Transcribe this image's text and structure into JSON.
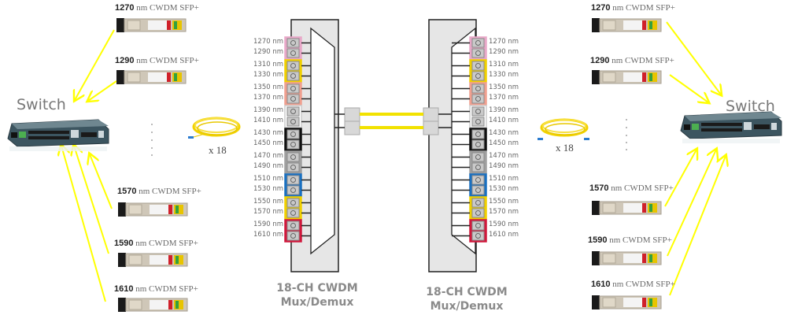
{
  "diagram": {
    "left_side": {
      "switch_label": "Switch",
      "transceivers": [
        {
          "wavelength": "1270",
          "suffix": "nm CWDM SFP+"
        },
        {
          "wavelength": "1290",
          "suffix": "nm CWDM SFP+"
        },
        {
          "wavelength": "1570",
          "suffix": "nm CWDM SFP+"
        },
        {
          "wavelength": "1590",
          "suffix": "nm CWDM SFP+"
        },
        {
          "wavelength": "1610",
          "suffix": "nm CWDM SFP+"
        }
      ],
      "patch_cable_count": "x 18"
    },
    "right_side": {
      "switch_label": "Switch",
      "transceivers": [
        {
          "wavelength": "1270",
          "suffix": "nm CWDM SFP+"
        },
        {
          "wavelength": "1290",
          "suffix": "nm CWDM SFP+"
        },
        {
          "wavelength": "1570",
          "suffix": "nm CWDM SFP+"
        },
        {
          "wavelength": "1590",
          "suffix": "nm CWDM SFP+"
        },
        {
          "wavelength": "1610",
          "suffix": "nm CWDM SFP+"
        }
      ],
      "patch_cable_count": "x 18"
    },
    "mux_left": {
      "caption_line1": "18-CH CWDM",
      "caption_line2": "Mux/Demux"
    },
    "mux_right": {
      "caption_line1": "18-CH CWDM",
      "caption_line2": "Mux/Demux"
    },
    "channel_groups": [
      {
        "channels": [
          "1270 nm",
          "1290 nm"
        ],
        "color": "#e8a8c8"
      },
      {
        "channels": [
          "1310 nm",
          "1330 nm"
        ],
        "color": "#f0d000"
      },
      {
        "channels": [
          "1350 nm",
          "1370 nm"
        ],
        "color": "#f0a090"
      },
      {
        "channels": [
          "1390 nm",
          "1410 nm"
        ],
        "color": "#ffffff"
      },
      {
        "channels": [
          "1430 nm",
          "1450 nm"
        ],
        "color": "#111111"
      },
      {
        "channels": [
          "1470 nm",
          "1490 nm"
        ],
        "color": "#a0a0a0"
      },
      {
        "channels": [
          "1510 nm",
          "1530 nm"
        ],
        "color": "#1a70c0"
      },
      {
        "channels": [
          "1550 nm",
          "1570 nm"
        ],
        "color": "#f0d000"
      },
      {
        "channels": [
          "1590 nm",
          "1610 nm"
        ],
        "color": "#d0183c"
      }
    ],
    "colors": {
      "arrow": "#ffff00",
      "fiber": "#f2e200",
      "mux_fill": "#e6e6e6",
      "mux_stroke": "#222222"
    }
  }
}
